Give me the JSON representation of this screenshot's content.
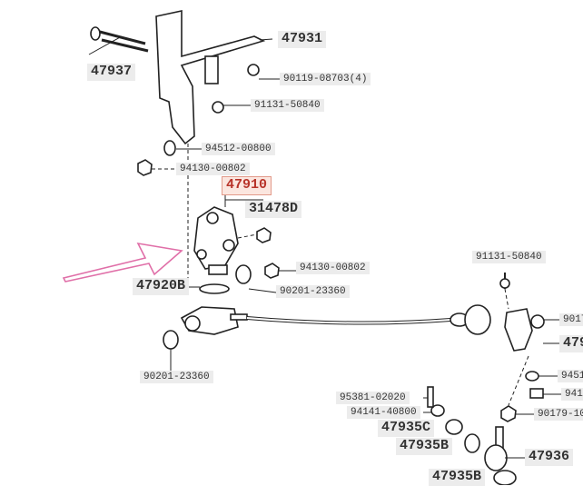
{
  "diagram": {
    "labels": {
      "p47931": "47931",
      "p47937": "47937",
      "p90119": "90119-08703(4)",
      "p91131a": "91131-50840",
      "p94512": "94512-00800",
      "p94130a": "94130-00802",
      "p47910": "47910",
      "p31478": "31478D",
      "p94130b": "94130-00802",
      "p47920": "47920B",
      "p90201a": "90201-23360",
      "p90201b": "90201-23360",
      "p91131b": "91131-50840",
      "p9017": "9017",
      "p479r": "479",
      "p9451": "9451",
      "p941": "941",
      "p95381": "95381-02020",
      "p94141": "94141-40800",
      "p90179": "90179-10",
      "p47935c": "47935C",
      "p47935b1": "47935B",
      "p47936": "47936",
      "p47935b2": "47935B"
    }
  },
  "colors": {
    "highlight_text": "#b8342a",
    "highlight_bg": "#fbe6df",
    "arrow": "#e06fa8"
  }
}
